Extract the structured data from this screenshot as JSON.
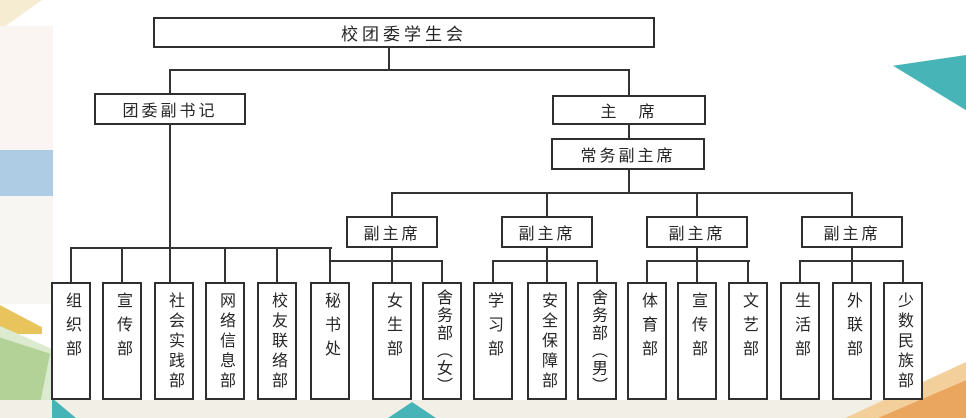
{
  "org_chart": {
    "root": "校团委学生会",
    "deputy_secretary": "团委副书记",
    "chairman": "主　席",
    "executive_vice_chairman": "常务副主席",
    "vice_chairmen": [
      "副主席",
      "副主席",
      "副主席",
      "副主席"
    ],
    "departments": {
      "items": [
        "组织部",
        "宣传部",
        "社会实践部",
        "网络信息部",
        "校友联络部",
        "秘书处",
        "女生部",
        "舍务部（女）",
        "学习部",
        "安全保障部",
        "舍务部（男）",
        "体育部",
        "宣传部",
        "文艺部",
        "生活部",
        "外联部",
        "少数民族部"
      ]
    },
    "groups": [
      {
        "parent": "团委副书记",
        "members": [
          "组织部",
          "宣传部",
          "社会实践部",
          "网络信息部",
          "校友联络部",
          "秘书处"
        ]
      },
      {
        "parent": "副主席",
        "members": [
          "女生部",
          "舍务部（女）"
        ]
      },
      {
        "parent": "副主席",
        "members": [
          "学习部",
          "安全保障部",
          "舍务部（男）"
        ]
      },
      {
        "parent": "副主席",
        "members": [
          "体育部",
          "宣传部",
          "文艺部"
        ]
      },
      {
        "parent": "副主席",
        "members": [
          "生活部",
          "外联部",
          "少数民族部"
        ]
      }
    ]
  },
  "colors": {
    "line": "#333333",
    "box-border": "#2f2f2f",
    "text": "#262626",
    "teal": "#47b5b7",
    "light-blue": "#aecde4",
    "green": "#b3d297",
    "light-green": "#dcead0",
    "yellow": "#e9c35c",
    "orange": "#eaa55e",
    "orange-light": "#f3cf9b",
    "cream": "#f2efe7",
    "pale-pink": "#faf4f2",
    "pale-yellow": "#f6ecd2"
  }
}
